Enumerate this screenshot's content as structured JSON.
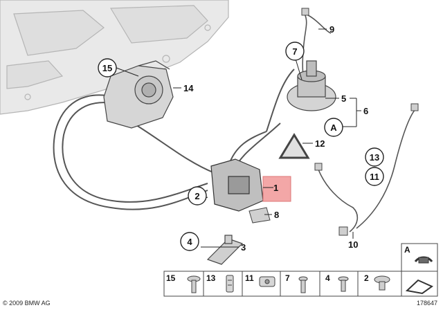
{
  "callouts": {
    "c1": "1",
    "c2": "2",
    "c3": "3",
    "c4": "4",
    "c5": "5",
    "c6": "6",
    "c7": "7",
    "c8": "8",
    "c9": "9",
    "c10": "10",
    "c11": "11",
    "c12": "12",
    "c13": "13",
    "c14": "14",
    "c15": "15",
    "cA": "A"
  },
  "legend_top": {
    "label": "A"
  },
  "legend_bottom": {
    "items": [
      {
        "label": "15",
        "icon": "bolt-icon"
      },
      {
        "label": "13",
        "icon": "clip-icon"
      },
      {
        "label": "11",
        "icon": "bracket-clip-icon"
      },
      {
        "label": "7",
        "icon": "screw-icon"
      },
      {
        "label": "4",
        "icon": "screw-icon"
      },
      {
        "label": "2",
        "icon": "rivet-icon"
      }
    ]
  },
  "footer": {
    "copyright": "© 2009 BMW AG",
    "diagram_number": "178647"
  },
  "colors": {
    "highlight": "#f0a0a0",
    "line": "#222222",
    "part_fill": "#cfcfcf"
  }
}
